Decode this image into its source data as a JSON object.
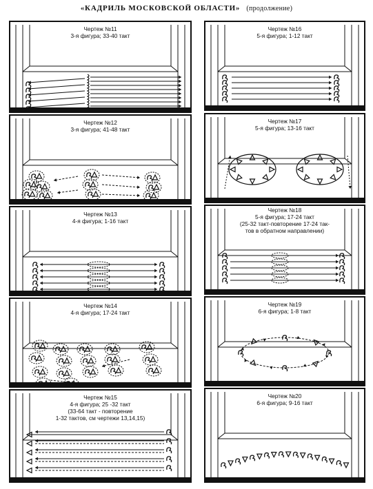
{
  "header": {
    "title": "«КАДРИЛЬ МОСКОВСКОЙ ОБЛАСТИ»",
    "subtitle": "(продолжение)"
  },
  "panels": [
    {
      "id": "p11",
      "lines": [
        "Чертеж №11",
        "3-я фигура; 33-40 такт"
      ]
    },
    {
      "id": "p12",
      "lines": [
        "Чертеж №12",
        "3-я фигура; 41-48 такт"
      ]
    },
    {
      "id": "p13",
      "lines": [
        "Чертеж №13",
        "4-я фигура; 1-16 такт"
      ]
    },
    {
      "id": "p14",
      "lines": [
        "Чертеж №14",
        "4-я фигура; 17-24 такт"
      ]
    },
    {
      "id": "p15",
      "lines": [
        "Чертеж №15",
        "4-я фигура; 25 -32 такт",
        "(33-64 такт - повторение",
        "1-32 тактов, см чертежи 13,14,15)"
      ]
    },
    {
      "id": "p16",
      "lines": [
        "Чертеж №16",
        "5-я фигура; 1-12 такт"
      ]
    },
    {
      "id": "p17",
      "lines": [
        "Чертеж №17",
        "5-я фигура; 13-16 такт"
      ]
    },
    {
      "id": "p18",
      "lines": [
        "Чертеж №18",
        "5-я фигура; 17-24 такт",
        "(25-32 такт-повторение 17-24 так-",
        "тов в обратном направлении)"
      ]
    },
    {
      "id": "p19",
      "lines": [
        "Чертеж №19",
        "6-я фигура; 1-8 такт"
      ]
    },
    {
      "id": "p20",
      "lines": [
        "Чертеж №20",
        "6-я фигура; 9-16 такт"
      ]
    }
  ]
}
